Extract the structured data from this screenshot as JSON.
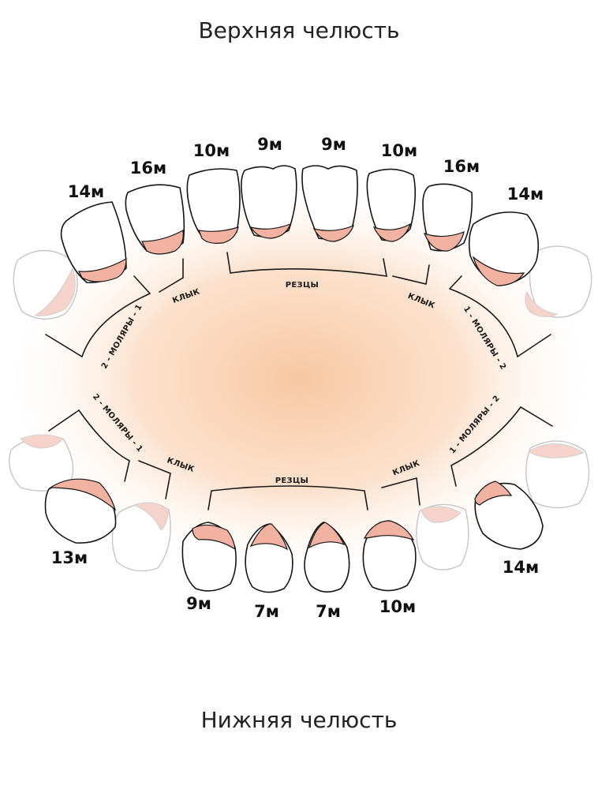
{
  "titles": {
    "upper_jaw": "Верхняя челюсть",
    "lower_jaw": "Нижняя челюсть"
  },
  "colors": {
    "gum": "#f2b2a2",
    "glow_center": "#f8c7a1",
    "outline": "#151515"
  },
  "upper": {
    "ages": [
      "14м",
      "16м",
      "10м",
      "9м",
      "9м",
      "10м",
      "16м",
      "14м"
    ],
    "groups": {
      "incisors": "РЕЗЦЫ",
      "canine_left": "КЛЫК",
      "canine_right": "КЛЫК",
      "molars_left": "2 - МОЛЯРЫ - 1",
      "molars_right": "1 - МОЛЯРЫ - 2"
    }
  },
  "lower": {
    "ages": [
      "13м",
      "9м",
      "7м",
      "7м",
      "10м",
      "14м"
    ],
    "groups": {
      "incisors": "РЕЗЦЫ",
      "canine_left": "КЛЫК",
      "canine_right": "КЛЫК",
      "molars_left": "2 - МОЛЯРЫ - 1",
      "molars_right": "1 - МОЛЯРЫ - 2"
    }
  }
}
